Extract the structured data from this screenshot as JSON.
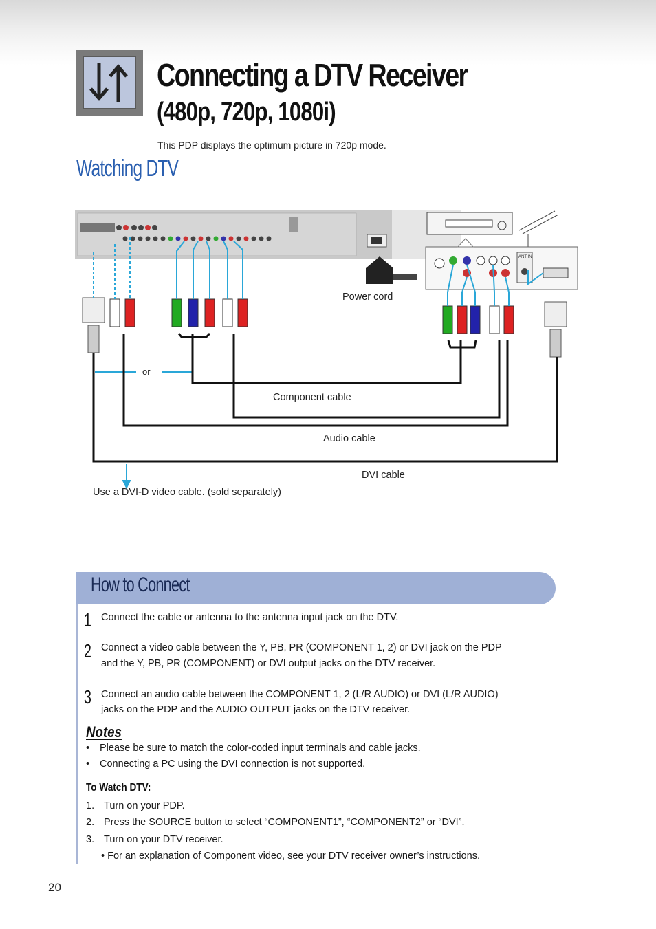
{
  "header": {
    "title": "Connecting a DTV Receiver",
    "title_sub": "(480p, 720p, 1080i)",
    "subtitle": "This PDP displays the optimum picture in 720p mode."
  },
  "section": {
    "title": "Watching DTV"
  },
  "diagram": {
    "power_cord": "Power cord",
    "or": "or",
    "component_cable": "Component cable",
    "audio_cable": "Audio cable",
    "dvi_cable": "DVI cable",
    "dvi_note": "Use a DVI-D video cable. (sold separately)",
    "ant_in": "ANT IN"
  },
  "how_to": {
    "title": "How to Connect",
    "steps": [
      {
        "num": "1",
        "text": "Connect the cable or antenna to the antenna input jack on the DTV."
      },
      {
        "num": "2",
        "text_line1": "Connect a video cable between the Y, PB, PR (COMPONENT 1, 2) or DVI jack on the PDP",
        "text_line2": "and the Y, PB, PR (COMPONENT) or DVI output jacks on the DTV receiver."
      },
      {
        "num": "3",
        "text_line1": "Connect an audio cable between the COMPONENT 1, 2 (L/R AUDIO) or DVI (L/R AUDIO)",
        "text_line2": "jacks on the  PDP and the AUDIO OUTPUT jacks on the DTV receiver."
      }
    ]
  },
  "notes": {
    "title": "Notes",
    "items": [
      "Please be sure to match the color-coded input terminals and cable jacks.",
      "Connecting a PC using the DVI connection is not supported."
    ]
  },
  "watch": {
    "title": "To Watch DTV:",
    "items": [
      {
        "n": "1.",
        "text": "Turn on your PDP."
      },
      {
        "n": "2.",
        "text": "Press the SOURCE button to select “COMPONENT1”, “COMPONENT2” or “DVI”."
      },
      {
        "n": "3.",
        "text": "Turn on your DTV receiver."
      }
    ],
    "sub_note": "• For an explanation of Component video, see your DTV receiver owner’s instructions."
  },
  "page_number": "20",
  "colors": {
    "accent_blue": "#2a5fb0",
    "band_blue": "#9fb0d6",
    "cable_cyan": "#2aa7d8"
  }
}
